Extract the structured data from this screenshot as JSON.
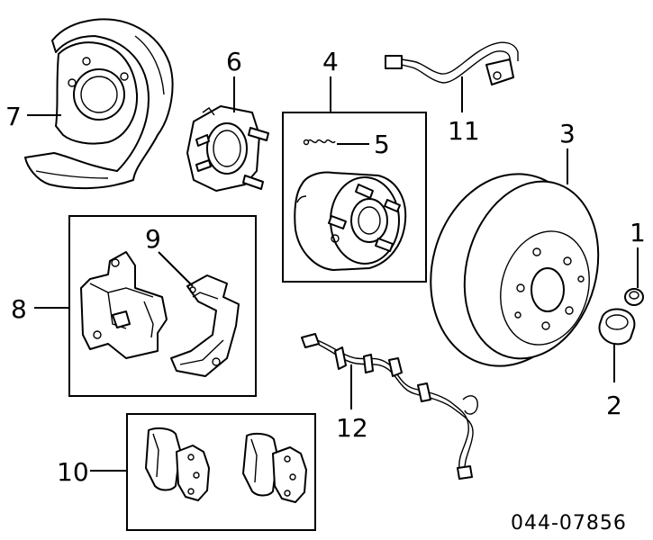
{
  "callouts": {
    "n1": "1",
    "n2": "2",
    "n3": "3",
    "n4": "4",
    "n5": "5",
    "n6": "6",
    "n7": "7",
    "n8": "8",
    "n9": "9",
    "n10": "10",
    "n11": "11",
    "n12": "12"
  },
  "diagram_code": "044-07856"
}
